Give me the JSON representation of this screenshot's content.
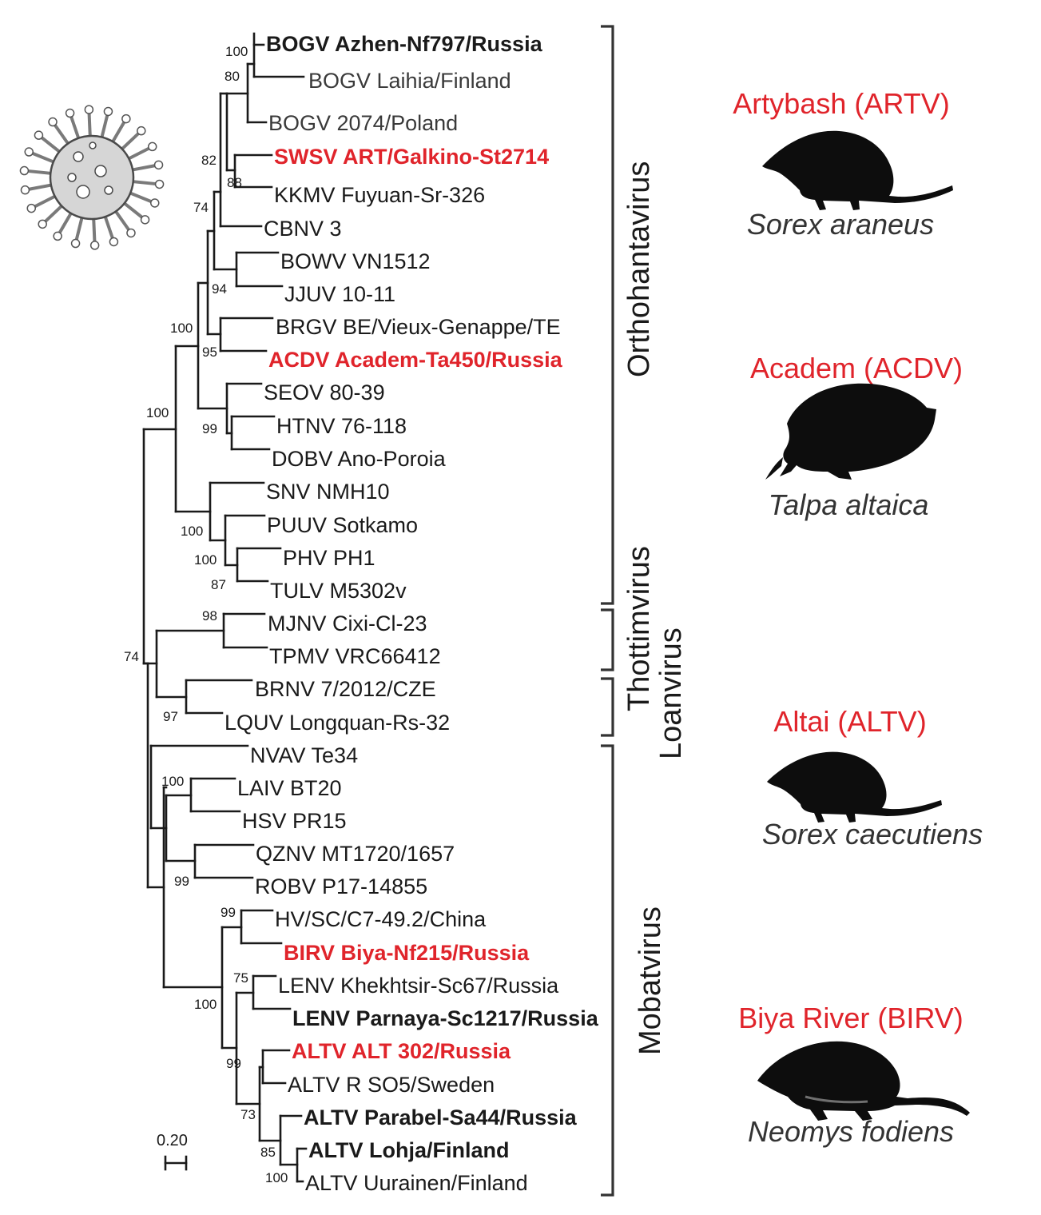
{
  "tree": {
    "leaves": [
      {
        "label": "BOGV Azhen-Nf797/Russia",
        "style": "bold"
      },
      {
        "label": "BOGV Laihia/Finland",
        "style": "grey"
      },
      {
        "label": "BOGV 2074/Poland",
        "style": "grey"
      },
      {
        "label": "SWSV ART/Galkino-St2714",
        "style": "red"
      },
      {
        "label": "KKMV Fuyuan-Sr-326",
        "style": "normal"
      },
      {
        "label": "CBNV 3",
        "style": "normal"
      },
      {
        "label": "BOWV VN1512",
        "style": "normal"
      },
      {
        "label": "JJUV 10-11",
        "style": "normal"
      },
      {
        "label": "BRGV BE/Vieux-Genappe/TE",
        "style": "normal"
      },
      {
        "label": "ACDV Academ-Ta450/Russia",
        "style": "red"
      },
      {
        "label": "SEOV 80-39",
        "style": "normal"
      },
      {
        "label": "HTNV 76-118",
        "style": "normal"
      },
      {
        "label": "DOBV Ano-Poroia",
        "style": "normal"
      },
      {
        "label": "SNV NMH10",
        "style": "normal"
      },
      {
        "label": "PUUV Sotkamo",
        "style": "normal"
      },
      {
        "label": "PHV PH1",
        "style": "normal"
      },
      {
        "label": "TULV M5302v",
        "style": "normal"
      },
      {
        "label": "MJNV Cixi-Cl-23",
        "style": "normal"
      },
      {
        "label": "TPMV VRC66412",
        "style": "normal"
      },
      {
        "label": "BRNV 7/2012/CZE",
        "style": "normal"
      },
      {
        "label": "LQUV Longquan-Rs-32",
        "style": "normal"
      },
      {
        "label": "NVAV Te34",
        "style": "normal"
      },
      {
        "label": "LAIV BT20",
        "style": "normal"
      },
      {
        "label": "HSV PR15",
        "style": "normal"
      },
      {
        "label": "QZNV MT1720/1657",
        "style": "normal"
      },
      {
        "label": "ROBV P17-14855",
        "style": "normal"
      },
      {
        "label": "HV/SC/C7-49.2/China",
        "style": "normal"
      },
      {
        "label": "BIRV Biya-Nf215/Russia",
        "style": "red"
      },
      {
        "label": "LENV Khekhtsir-Sc67/Russia",
        "style": "normal"
      },
      {
        "label": "LENV Parnaya-Sc1217/Russia",
        "style": "bold"
      },
      {
        "label": "ALTV ALT 302/Russia",
        "style": "red"
      },
      {
        "label": "ALTV R SO5/Sweden",
        "style": "normal"
      },
      {
        "label": "ALTV Parabel-Sa44/Russia",
        "style": "bold"
      },
      {
        "label": "ALTV Lohja/Finland",
        "style": "bold"
      },
      {
        "label": "ALTV Uurainen/Finland",
        "style": "normal"
      }
    ],
    "bootstrap": [
      "100",
      "80",
      "82",
      "88",
      "74",
      "94",
      "100",
      "95",
      "100",
      "99",
      "100",
      "100",
      "87",
      "74",
      "98",
      "97",
      "100",
      "99",
      "99",
      "75",
      "100",
      "99",
      "73",
      "85",
      "100"
    ],
    "scale_bar": "0.20"
  },
  "genera": [
    "Orthohantavirus",
    "Thottimvirus",
    "Loanvirus",
    "Mobatvirus"
  ],
  "hosts": [
    {
      "virus": "Artybash (ARTV)",
      "species": "Sorex araneus",
      "icon": "shrew-silhouette-icon"
    },
    {
      "virus": "Academ (ACDV)",
      "species": "Talpa altaica",
      "icon": "mole-silhouette-icon"
    },
    {
      "virus": "Altai (ALTV)",
      "species": "Sorex caecutiens",
      "icon": "shrew-silhouette-icon"
    },
    {
      "virus": "Biya River (BIRV)",
      "species": "Neomys fodiens",
      "icon": "water-shrew-silhouette-icon"
    }
  ],
  "colors": {
    "highlight": "#e0242b",
    "text": "#1a1a1a"
  },
  "decor": {
    "virion": "virus-particle-icon"
  }
}
